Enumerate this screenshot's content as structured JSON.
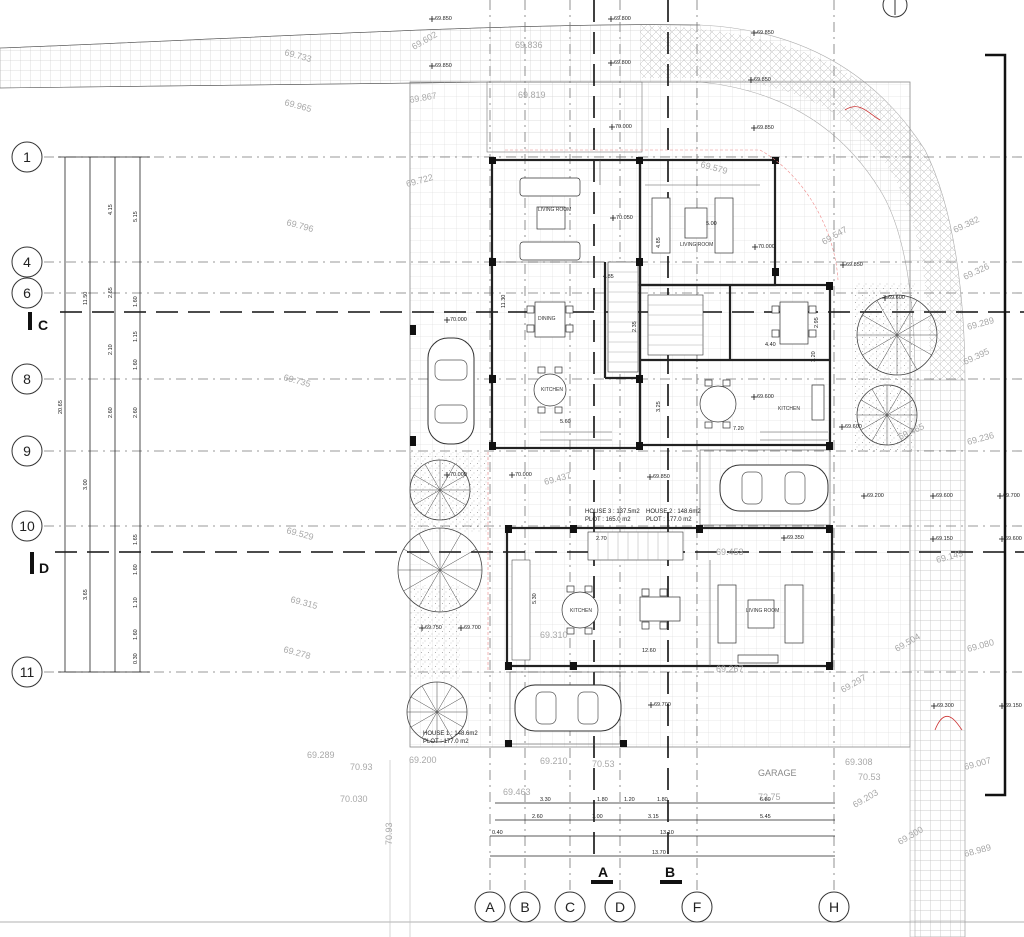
{
  "grid_rows": [
    {
      "id": "row-1",
      "label": "1"
    },
    {
      "id": "row-4",
      "label": "4"
    },
    {
      "id": "row-6",
      "label": "6"
    },
    {
      "id": "row-8",
      "label": "8"
    },
    {
      "id": "row-9",
      "label": "9"
    },
    {
      "id": "row-10",
      "label": "10"
    },
    {
      "id": "row-11",
      "label": "11"
    }
  ],
  "grid_cols": [
    {
      "id": "col-a",
      "label": "A"
    },
    {
      "id": "col-b",
      "label": "B"
    },
    {
      "id": "col-c",
      "label": "C"
    },
    {
      "id": "col-d",
      "label": "D"
    },
    {
      "id": "col-f",
      "label": "F"
    },
    {
      "id": "col-h",
      "label": "H"
    }
  ],
  "sections": {
    "c": "C",
    "d": "D",
    "a": "A",
    "b": "B"
  },
  "houses": {
    "house3": {
      "area": "HOUSE 3 : 137.5m2",
      "plot": "PLOT : 165.0 m2"
    },
    "house2": {
      "area": "HOUSE 2 : 148.6m2",
      "plot": "PLOT : 177.0 m2"
    },
    "house1": {
      "area": "HOUSE 1 : 148.6m2",
      "plot": "PLOT : 177.0 m2"
    }
  },
  "room_labels": {
    "h3_living": "LIVING ROOM",
    "h3_dining": "DINING",
    "h3_kitchen": "KITCHEN",
    "h2_living": "LIVING ROOM",
    "h2_kitchen": "KITCHEN",
    "h1_kitchen": "KITCHEN",
    "h1_living": "LIVING ROOM"
  },
  "garage_label": "GARAGE",
  "left_dims": {
    "col1": [
      "20.65"
    ],
    "col2": [
      "11.50",
      "3.00",
      "3.65"
    ],
    "col3": [
      "4.15",
      "2.65",
      "2.10",
      "2.60"
    ],
    "col4": [
      "5.15",
      "1.60",
      "1.15",
      "1.60",
      "2.60",
      "1.65",
      "1.60",
      "1.10",
      "1.60",
      "0.30"
    ]
  },
  "bottom_dims": {
    "row1": [
      "3.30",
      "1.80",
      "1.20",
      "1.80",
      "6.80"
    ],
    "row2": [
      "2.60",
      "1.00",
      "3.15",
      "5.45"
    ],
    "row3": [
      "0.40",
      "13.10"
    ],
    "row4": [
      "13.70"
    ]
  },
  "inner_dims": [
    "11.30",
    "5.60",
    "4.85",
    "5.00",
    "4.85",
    "3.25",
    "7.20",
    "2.35",
    "2.95",
    "4.40",
    "3.20",
    "5.30",
    "12.60",
    "2.70"
  ],
  "levels": [
    "69.850",
    "69.800",
    "69.850",
    "69.850",
    "69.800",
    "69.850",
    "70.000",
    "69.850",
    "70.050",
    "70.000",
    "69.850",
    "69.600",
    "70.000",
    "70.000",
    "69.850",
    "70.000",
    "69.600",
    "69.600",
    "69.200",
    "69.600",
    "69.700",
    "69.750",
    "69.700",
    "69.350",
    "69.150",
    "69.600",
    "69.300",
    "69.150",
    "69.700"
  ],
  "ghost_levels": [
    "69.733",
    "69.602",
    "69.836",
    "69.965",
    "69.867",
    "69.819",
    "69.722",
    "69.796",
    "69.579",
    "69.547",
    "69.382",
    "69.326",
    "69.289",
    "69.735",
    "69.437",
    "69.465",
    "69.236",
    "69.529",
    "69.315",
    "69.278",
    "69.453",
    "69.310",
    "69.504",
    "69.080",
    "69.297",
    "69.267",
    "70.93",
    "69.200",
    "69.210",
    "70.53",
    "69.289",
    "69.308",
    "70.53",
    "69.463",
    "70.030",
    "72.75",
    "69.203",
    "69.007",
    "69.300",
    "68.989",
    "69.145",
    "69.395",
    "70.93"
  ]
}
